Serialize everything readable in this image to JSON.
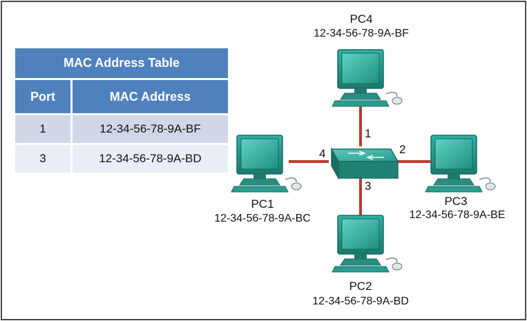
{
  "mac_table": {
    "title": "MAC Address Table",
    "columns": [
      "Port",
      "MAC Address"
    ],
    "rows": [
      {
        "port": "1",
        "mac": "12-34-56-78-9A-BF"
      },
      {
        "port": "3",
        "mac": "12-34-56-78-9A-BD"
      }
    ]
  },
  "hosts": {
    "pc1": {
      "name": "PC1",
      "mac": "12-34-56-78-9A-BC"
    },
    "pc2": {
      "name": "PC2",
      "mac": "12-34-56-78-9A-BD"
    },
    "pc3": {
      "name": "PC3",
      "mac": "12-34-56-78-9A-BE"
    },
    "pc4": {
      "name": "PC4",
      "mac": "12-34-56-78-9A-BF"
    }
  },
  "ports": {
    "pc4": "1",
    "pc3": "2",
    "pc2": "3",
    "pc1": "4"
  },
  "colors": {
    "table_header": "#4f81bd",
    "table_row_a": "#d0d8e8",
    "table_row_b": "#e9edf4",
    "link": "#c0392b",
    "device": "#2a9d8f",
    "device_dark": "#1f7268"
  }
}
